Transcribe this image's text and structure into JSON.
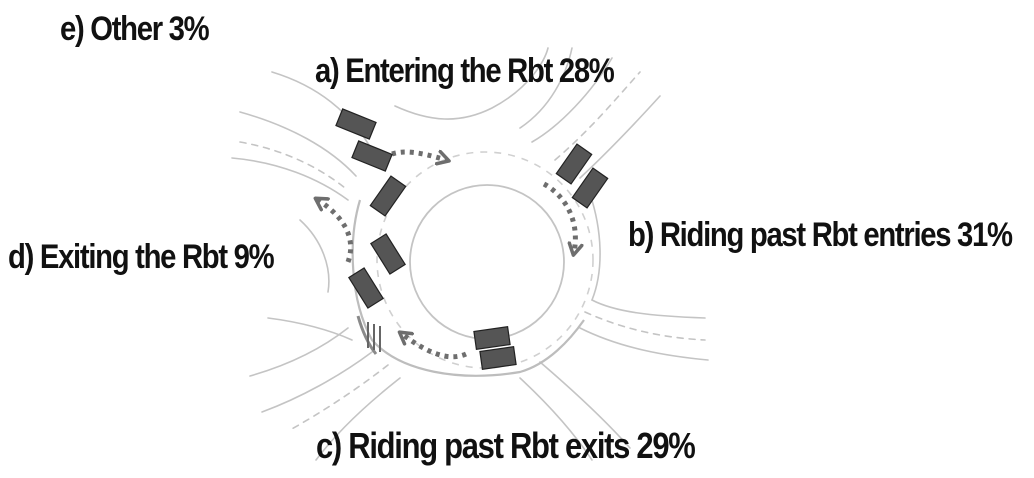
{
  "labels": {
    "e": "e) Other 3%",
    "a": "a) Entering the Rbt 28%",
    "b": "b) Riding past Rbt entries 31%",
    "d": "d) Exiting the Rbt 9%",
    "c": "c) Riding past Rbt exits 29%"
  },
  "colors": {
    "road_line": "#c4c4c4",
    "lane_dash": "#d0d0d0",
    "cyclist": "#555555",
    "arrow": "#6e6e6e",
    "text": "#111111"
  },
  "icons": [
    "cyclist-marker-icon",
    "dotted-arrow-icon",
    "roundabout-island-icon"
  ]
}
